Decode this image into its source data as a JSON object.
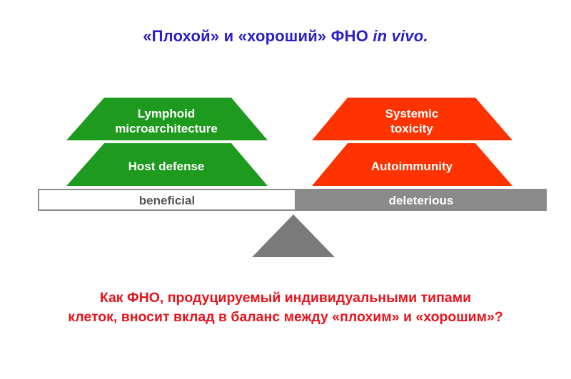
{
  "title": {
    "main": "«Плохой» и «хороший» ФНО ",
    "italic": "in vivo."
  },
  "beneficial": {
    "top_label_line1": "Lymphoid",
    "top_label_line2": "microarchitecture",
    "bottom_label": "Host defense",
    "bar_label": "beneficial",
    "color": "#1e9a1e"
  },
  "deleterious": {
    "top_label_line1": "Systemic",
    "top_label_line2": "toxicity",
    "bottom_label": "Autoimmunity",
    "bar_label": "deleterious",
    "color": "#ff3300"
  },
  "question": {
    "line1": "Как ФНО, продуцируемый индивидуальными типами",
    "line2": "клеток, вносит вклад в баланс между «плохим» и «хорошим»?"
  },
  "colors": {
    "title": "#2a1ec8",
    "question": "#e8141c",
    "bar_grey": "#8a8a8a",
    "fulcrum": "#7a7a7a"
  }
}
